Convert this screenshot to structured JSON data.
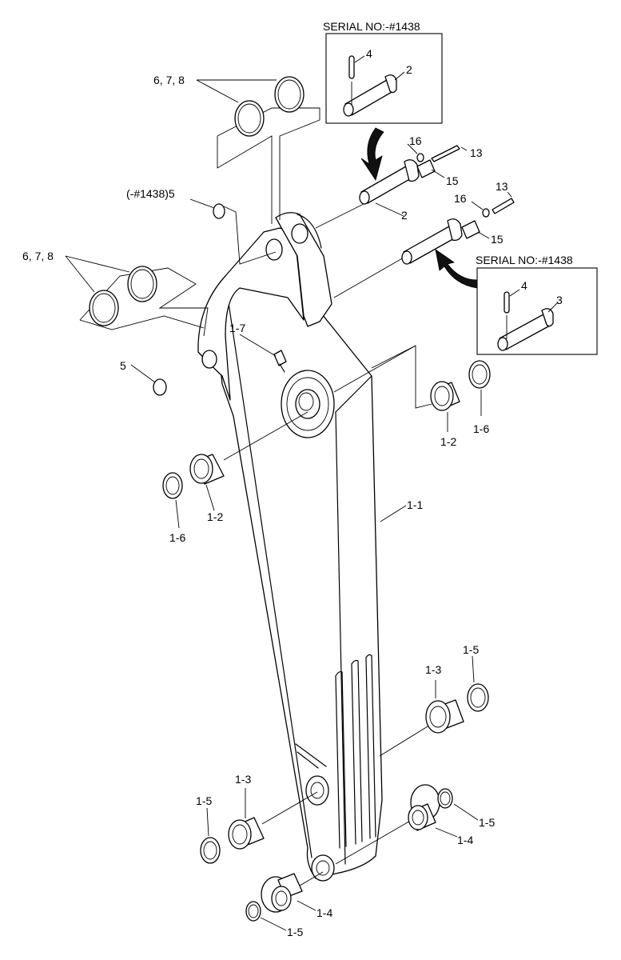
{
  "serial_top": "SERIAL NO:-#1438",
  "serial_right": "SERIAL NO:-#1438",
  "labels": {
    "l678_top": "6, 7, 8",
    "l678_left": "6, 7, 8",
    "l5_top": "(-#1438)5",
    "l5": "5",
    "l4_top": "4",
    "l2_top": "2",
    "l16_a": "16",
    "l13_a": "13",
    "l15_a": "15",
    "l13_b": "13",
    "l16_b": "16",
    "l2_mid": "2",
    "l15_b": "15",
    "l4_right": "4",
    "l3_right": "3",
    "l1_7": "1-7",
    "l1_2_right": "1-2",
    "l1_6_right": "1-6",
    "l1_2_left": "1-2",
    "l1_6_left": "1-6",
    "l1_1": "1-1",
    "l1_5_top": "1-5",
    "l1_3_right": "1-3",
    "l1_3_left": "1-3",
    "l1_5_left": "1-5",
    "l1_5_right": "1-5",
    "l1_4_right": "1-4",
    "l1_4_bottom": "1-4",
    "l1_5_bottom": "1-5"
  }
}
